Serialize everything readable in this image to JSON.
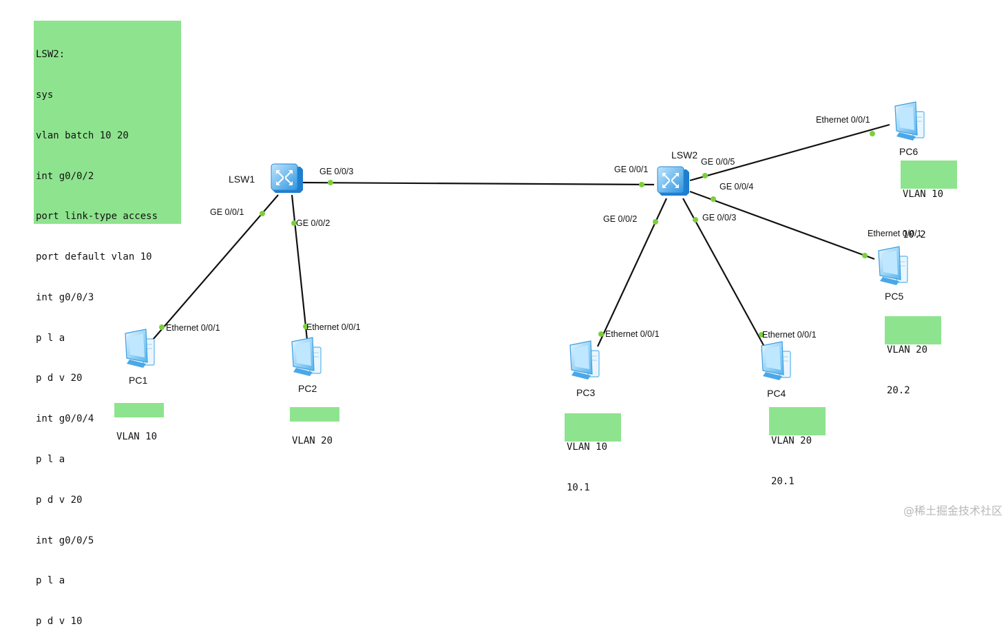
{
  "config_note": {
    "lines": [
      "LSW2:",
      "sys",
      "vlan batch 10 20",
      "int g0/0/2",
      "port link-type access",
      "port default vlan 10",
      "int g0/0/3",
      "p l a",
      "p d v 20",
      "int g0/0/4",
      "p l a",
      "p d v 20",
      "int g0/0/5",
      "p l a",
      "p d v 10"
    ]
  },
  "devices": {
    "lsw1": {
      "name": "LSW1",
      "icon": "switch-icon"
    },
    "lsw2": {
      "name": "LSW2",
      "icon": "switch-icon"
    },
    "pc1": {
      "name": "PC1",
      "icon": "pc-icon"
    },
    "pc2": {
      "name": "PC2",
      "icon": "pc-icon"
    },
    "pc3": {
      "name": "PC3",
      "icon": "pc-icon"
    },
    "pc4": {
      "name": "PC4",
      "icon": "pc-icon"
    },
    "pc5": {
      "name": "PC5",
      "icon": "pc-icon"
    },
    "pc6": {
      "name": "PC6",
      "icon": "pc-icon"
    }
  },
  "ports": {
    "lsw1_ge001": "GE 0/0/1",
    "lsw1_ge002": "GE 0/0/2",
    "lsw1_ge003": "GE 0/0/3",
    "lsw2_ge001": "GE 0/0/1",
    "lsw2_ge002": "GE 0/0/2",
    "lsw2_ge003": "GE 0/0/3",
    "lsw2_ge004": "GE 0/0/4",
    "lsw2_ge005": "GE 0/0/5",
    "pc1_eth": "Ethernet 0/0/1",
    "pc2_eth": "Ethernet 0/0/1",
    "pc3_eth": "Ethernet 0/0/1",
    "pc4_eth": "Ethernet 0/0/1",
    "pc5_eth": "Ethernet 0/0/1",
    "pc6_eth": "Ethernet 0/0/1"
  },
  "vlan_tags": {
    "pc1": [
      "VLAN 10"
    ],
    "pc2": [
      "VLAN 20"
    ],
    "pc3": [
      "VLAN 10",
      "10.1"
    ],
    "pc4": [
      "VLAN 20",
      "20.1"
    ],
    "pc5": [
      "VLAN 20",
      "20.2"
    ],
    "pc6": [
      "VLAN 10",
      "10.2"
    ]
  },
  "colors": {
    "link": "#111111",
    "port_dot": "#7ccf3a",
    "note_bg": "#8ee48e",
    "device": "#4aa8e8"
  },
  "watermark": "@稀土掘金技术社区"
}
